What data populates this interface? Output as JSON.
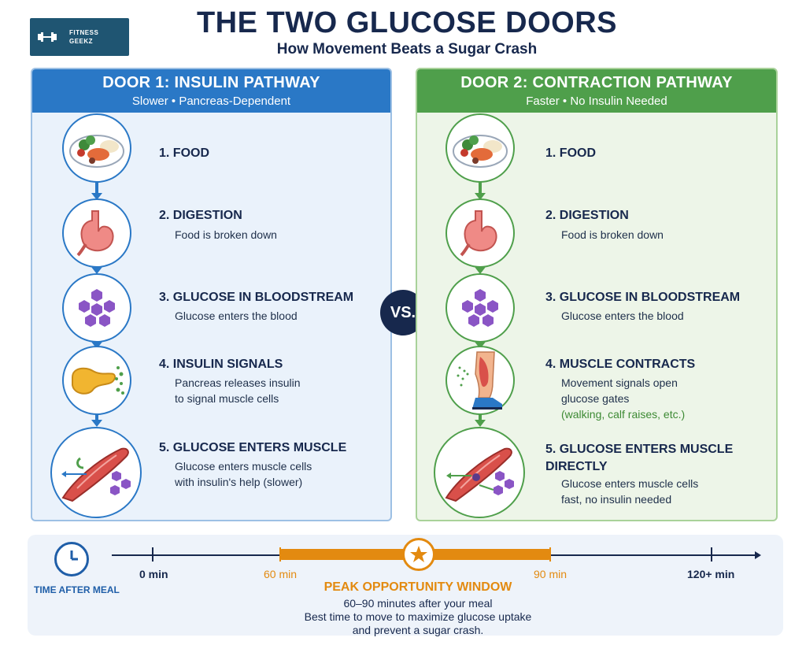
{
  "header": {
    "logo_text_1": "FITNESS",
    "logo_text_2": "GEEKZ",
    "title": "THE TWO GLUCOSE DOORS",
    "subtitle": "How Movement Beats a Sugar Crash"
  },
  "left_panel": {
    "title": "DOOR 1: INSULIN PATHWAY",
    "subtitle": "Slower • Pancreas-Dependent",
    "steps": [
      {
        "title": "1. FOOD",
        "text": ""
      },
      {
        "title": "2. DIGESTION",
        "text": "Food is broken down"
      },
      {
        "title": "3. GLUCOSE IN BLOODSTREAM",
        "text": "Glucose enters the blood"
      },
      {
        "title": "4. INSULIN SIGNALS",
        "text": "Pancreas releases insulin",
        "text2": "to signal muscle cells"
      },
      {
        "title": "5. GLUCOSE ENTERS MUSCLE",
        "text": "Glucose enters muscle cells",
        "text2": "with insulin's help (slower)"
      }
    ]
  },
  "right_panel": {
    "title": "DOOR 2: CONTRACTION PATHWAY",
    "subtitle": "Faster • No Insulin Needed",
    "steps": [
      {
        "title": "1. FOOD",
        "text": ""
      },
      {
        "title": "2. DIGESTION",
        "text": "Food is broken down"
      },
      {
        "title": "3. GLUCOSE IN BLOODSTREAM",
        "text": "Glucose enters the blood"
      },
      {
        "title": "4. MUSCLE CONTRACTS",
        "text": "Movement signals open",
        "text2": "glucose gates",
        "note": "(walking, calf raises, etc.)"
      },
      {
        "title": "5. GLUCOSE ENTERS MUSCLE",
        "title2": "DIRECTLY",
        "text": "Glucose enters muscle cells",
        "text2": "fast, no insulin needed"
      }
    ]
  },
  "vs_label": "VS.",
  "timeline": {
    "label": "TIME AFTER MEAL",
    "ticks": [
      "0 min",
      "60 min",
      "90 min",
      "120+ min"
    ],
    "peak_title": "PEAK OPPORTUNITY WINDOW",
    "peak_line1": "60–90 minutes after your meal",
    "peak_line2": "Best time to move to maximize glucose uptake",
    "peak_line3": "and prevent a sugar crash."
  },
  "icons": {
    "logo": "dumbbell-icon",
    "food": "meal-plate-icon",
    "digestion": "stomach-icon",
    "glucose": "glucose-molecules-icon",
    "insulin": "pancreas-icon",
    "contraction": "leg-muscle-icon",
    "muscle": "muscle-fiber-icon",
    "clock": "clock-icon",
    "star": "star-icon"
  },
  "colors": {
    "navy": "#17284d",
    "blue": "#2a78c6",
    "green": "#4f9f4b",
    "orange": "#e38a10",
    "purple": "#8a55c5"
  }
}
